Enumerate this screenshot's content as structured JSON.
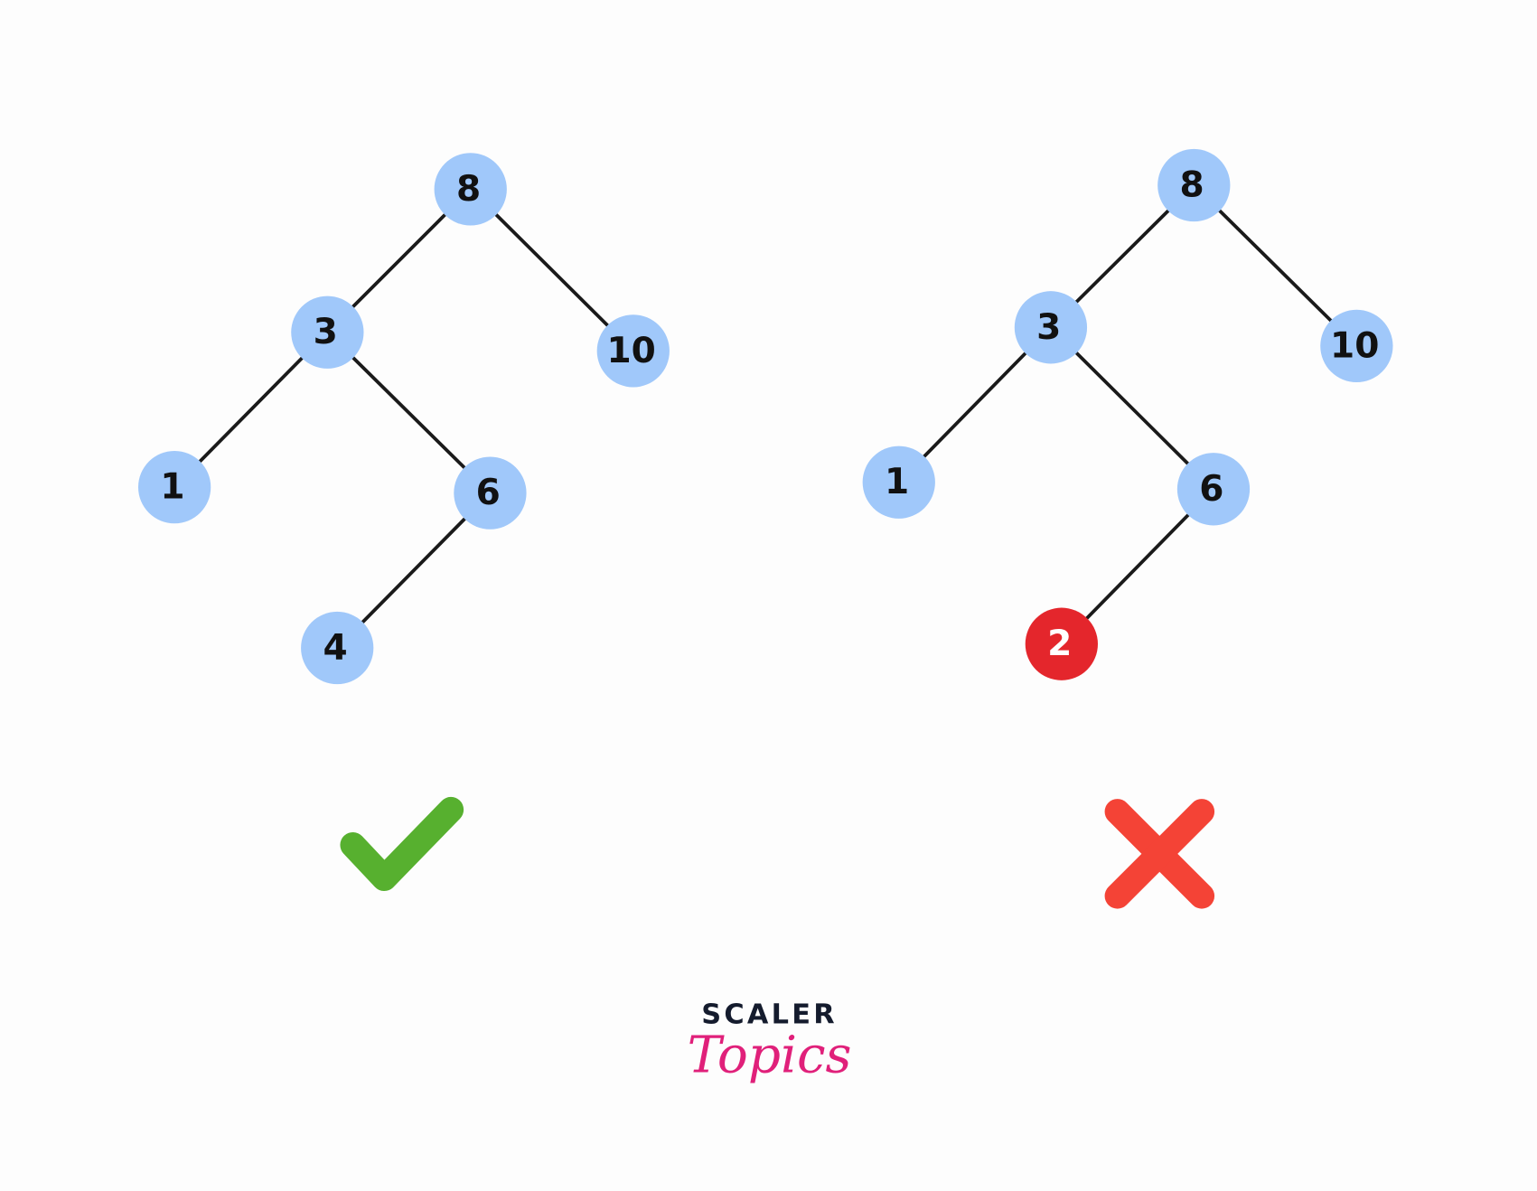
{
  "colors": {
    "node": "#a0c8fa",
    "invalid_node": "#e4262c",
    "edge": "#1a1a1a",
    "check": "#57b02f",
    "cross": "#f44336",
    "logo_dark": "#141b2d",
    "logo_pink": "#e0207a"
  },
  "valid_tree": {
    "nodes": [
      {
        "label": "8"
      },
      {
        "label": "3"
      },
      {
        "label": "10"
      },
      {
        "label": "1"
      },
      {
        "label": "6"
      },
      {
        "label": "4"
      }
    ],
    "verdict_icon": "check-icon"
  },
  "invalid_tree": {
    "nodes": [
      {
        "label": "8"
      },
      {
        "label": "3"
      },
      {
        "label": "10"
      },
      {
        "label": "1"
      },
      {
        "label": "6"
      },
      {
        "label": "2",
        "invalid": true
      }
    ],
    "verdict_icon": "cross-icon"
  },
  "logo": {
    "line1": "SCALER",
    "line2": "Topics"
  }
}
